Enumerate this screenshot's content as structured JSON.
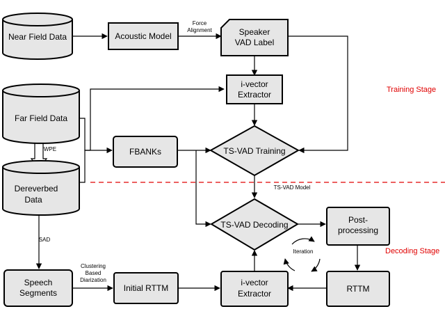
{
  "nodes": {
    "near_field": "Near Field Data",
    "acoustic_model": "Acoustic Model",
    "speaker_vad": [
      "Speaker",
      "VAD Label"
    ],
    "ivector_top": [
      "i-vector",
      "Extractor"
    ],
    "far_field": "Far Field Data",
    "dereverbed": [
      "Dereverbed",
      "Data"
    ],
    "fbanks": "FBANKs",
    "tsvad_training": "TS-VAD Training",
    "tsvad_decoding": "TS-VAD Decoding",
    "post_processing": [
      "Post-",
      "processing"
    ],
    "speech_segments": [
      "Speech",
      "Segments"
    ],
    "initial_rttm": "Initial RTTM",
    "ivector_bottom": [
      "i-vector",
      "Extractor"
    ],
    "rttm": "RTTM"
  },
  "edge_labels": {
    "force_alignment": [
      "Force",
      "Alignment"
    ],
    "wpe": "WPE",
    "tsvad_model": "TS-VAD Model",
    "sad": "SAD",
    "clustering": [
      "Clustering",
      "Based",
      "Diarization"
    ],
    "iteration": "Iteration"
  },
  "stages": {
    "training": "Training Stage",
    "decoding": "Decoding Stage"
  },
  "colors": {
    "node_fill": "#e6e6e6",
    "stroke": "#000000",
    "stage_text": "#e00000",
    "divider": "#e00000"
  }
}
